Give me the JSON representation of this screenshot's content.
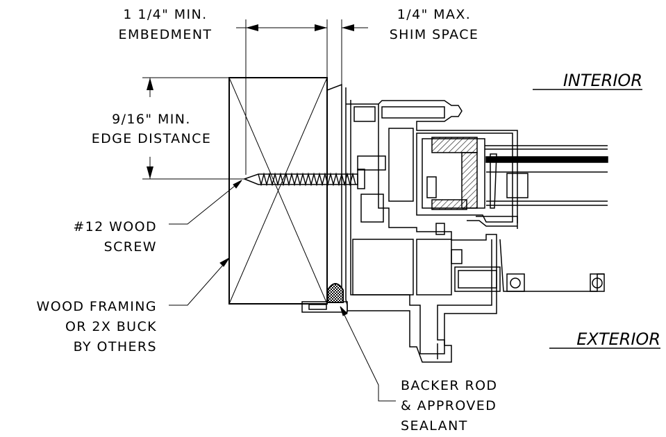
{
  "labels": {
    "embedment_1": "1 1/4\" MIN.",
    "embedment_2": "EMBEDMENT",
    "shim_1": "1/4\" MAX.",
    "shim_2": "SHIM SPACE",
    "edge_1": "9/16\" MIN.",
    "edge_2": "EDGE DISTANCE",
    "screw_1": "#12 WOOD",
    "screw_2": "SCREW",
    "framing_1": "WOOD FRAMING",
    "framing_2": "OR 2X BUCK",
    "framing_3": "BY OTHERS",
    "backer_1": "BACKER ROD",
    "backer_2": "& APPROVED",
    "backer_3": "SEALANT",
    "interior": "INTERIOR",
    "exterior": "EXTERIOR"
  },
  "colors": {
    "line": "#000000",
    "background": "#ffffff"
  }
}
